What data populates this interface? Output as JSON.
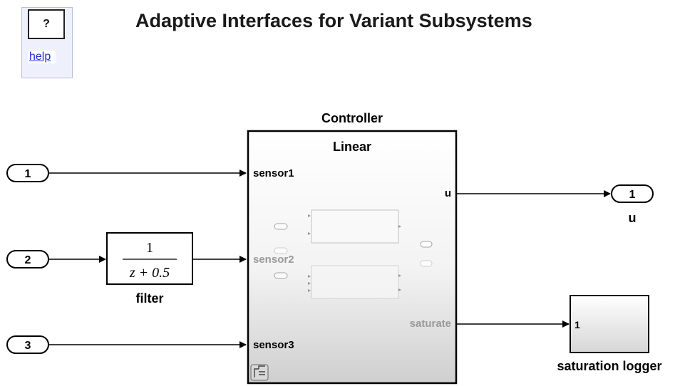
{
  "title": "Adaptive Interfaces for Variant Subsystems",
  "help": {
    "icon": "?",
    "link_label": "help"
  },
  "inports": [
    {
      "number": "1"
    },
    {
      "number": "2"
    },
    {
      "number": "3"
    }
  ],
  "filter": {
    "numerator": "1",
    "denominator": "z + 0.5",
    "label": "filter"
  },
  "controller": {
    "label": "Controller",
    "active_variant": "Linear",
    "inputs": [
      "sensor1",
      "sensor2",
      "sensor3"
    ],
    "outputs": [
      "u",
      "saturate"
    ]
  },
  "outport": {
    "number": "1",
    "label": "u"
  },
  "logger": {
    "port": "1",
    "label": "saturation logger"
  },
  "colors": {
    "line": "#000000",
    "inactive": "#9a9a9a",
    "link": "#1a30d8"
  }
}
